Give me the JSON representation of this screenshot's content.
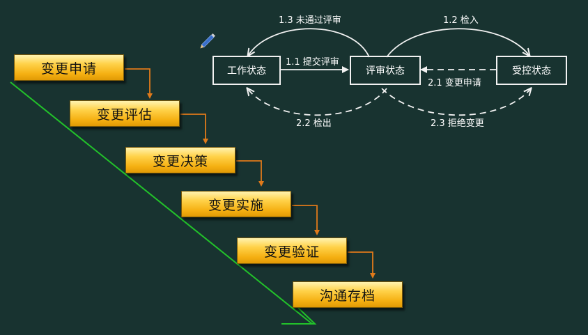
{
  "steps": [
    "变更申请",
    "变更评估",
    "变更决策",
    "变更实施",
    "变更验证",
    "沟通存档"
  ],
  "states": {
    "work": "工作状态",
    "review": "评审状态",
    "controlled": "受控状态"
  },
  "transitions": {
    "t11": "1.1 提交评审",
    "t12": "1.2 检入",
    "t13": "1.3 未通过评审",
    "t21": "2.1 变更申请",
    "t22": "2.2 检出",
    "t23": "2.3 拒绝变更"
  },
  "colors": {
    "background": "#183330",
    "step_arrow": "#e07a1a",
    "diagonal_line": "#22c22a",
    "state_line": "#f2f2f2",
    "pen_icon": "#3a6fc9"
  },
  "icons": {
    "pen": "pen-icon"
  }
}
